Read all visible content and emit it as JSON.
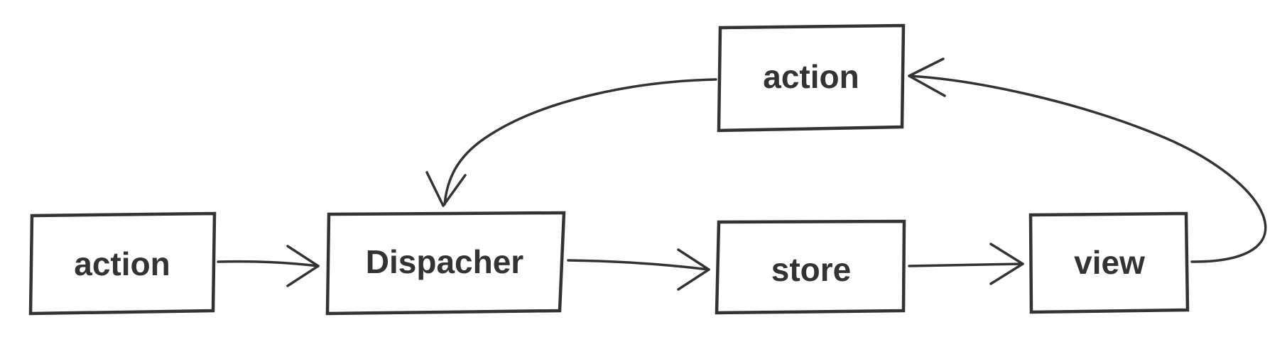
{
  "nodes": {
    "action_left": {
      "label": "action"
    },
    "dispatcher": {
      "label": "Dispacher"
    },
    "store": {
      "label": "store"
    },
    "view": {
      "label": "view"
    },
    "action_top": {
      "label": "action"
    }
  },
  "edges": [
    {
      "from": "action",
      "to": "Dispacher"
    },
    {
      "from": "Dispacher",
      "to": "store"
    },
    {
      "from": "store",
      "to": "view"
    },
    {
      "from": "view",
      "to": "action"
    },
    {
      "from": "action",
      "to": "Dispacher"
    }
  ],
  "colors": {
    "stroke": "#333333",
    "background": "#ffffff"
  }
}
